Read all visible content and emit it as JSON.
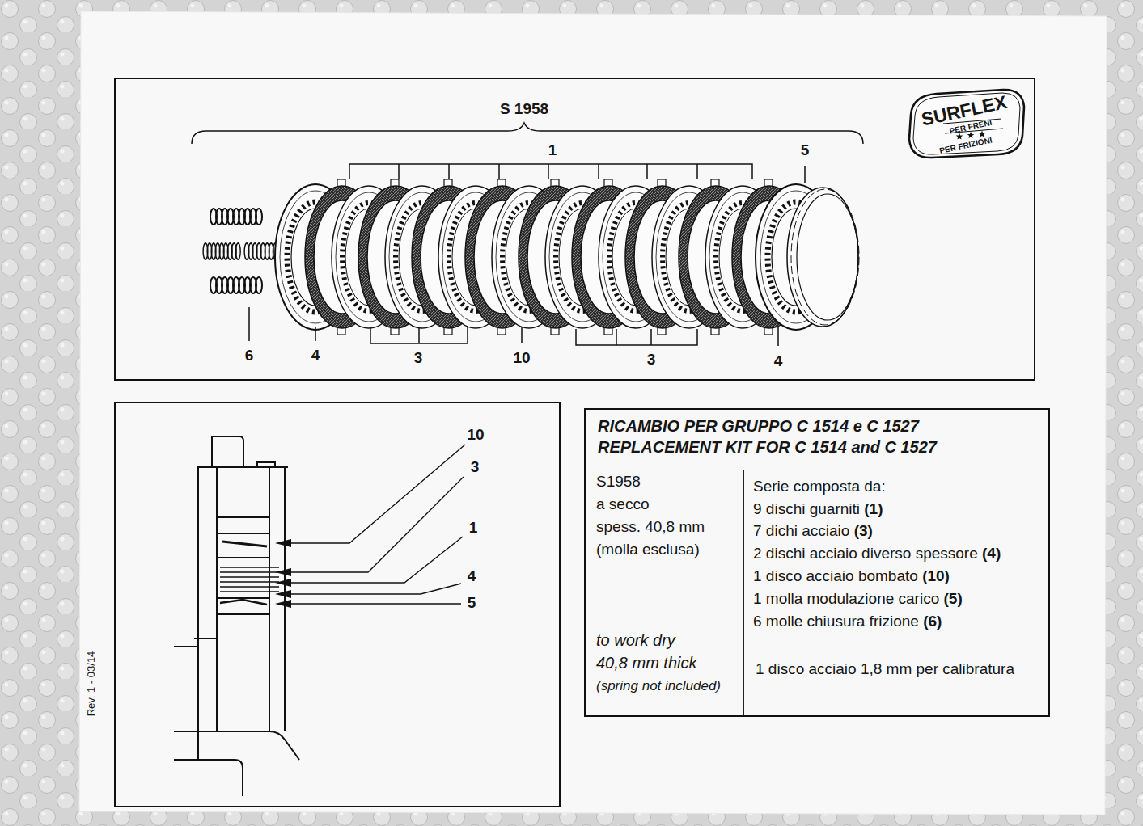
{
  "diagram": {
    "nodes": [
      {
        "text": [
          "SURFLEX",
          "PER FRENI",
          "PER FRIZIONI"
        ]
      },
      {
        "text": [
          "RICAMBIO PER GRUPPO C 1514 e C 1527",
          "REPLACEMENT KIT FOR C 1514 and C 1527",
          "S1958",
          "a secco",
          "spess. 40,8 mm",
          "(molla esclusa)",
          "to work dry",
          "40,8 mm thick",
          "(spring not included)",
          "Serie composta da:",
          "9 dischi guarniti (1)",
          "7 dichi acciaio (3)",
          "2 dischi acciaio diverso spessore (4)",
          "1 disco acciaio bombato (10)",
          "1 molla modulazione carico (5)",
          "6 molle chiusura frizione (6)",
          "1 disco acciaio 1,8 mm per calibratura"
        ]
      }
    ],
    "labels": [
      "S 1958",
      "1",
      "5",
      "6",
      "4",
      "3",
      "10",
      "3",
      "4",
      "10",
      "3",
      "1",
      "4",
      "5",
      "Rev. 1 - 03/14"
    ]
  }
}
